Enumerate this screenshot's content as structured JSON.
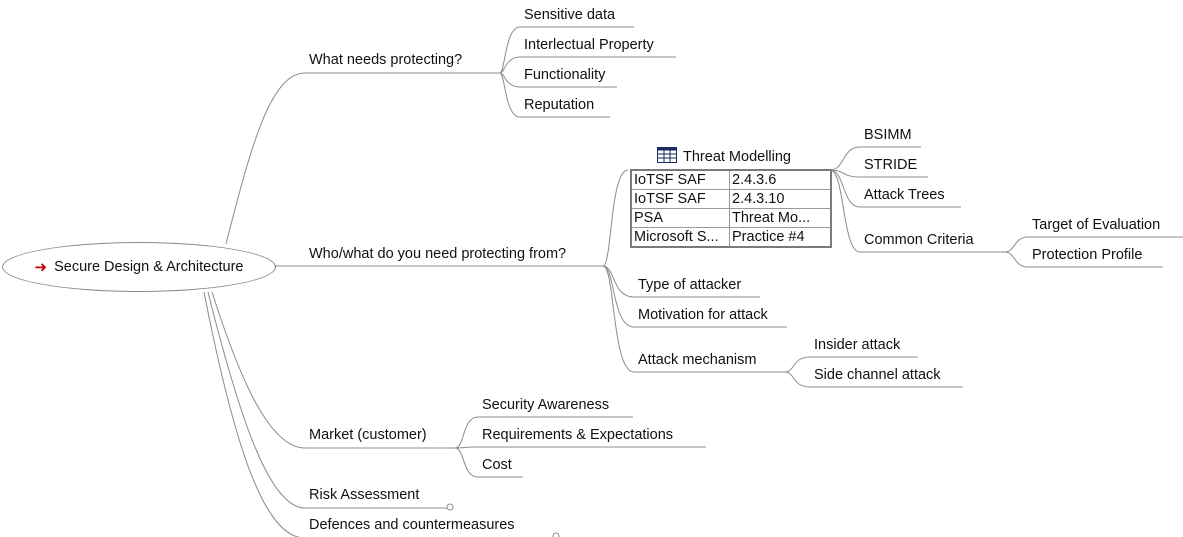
{
  "root": {
    "label": "Secure Design & Architecture",
    "icon": "red-arrow-icon"
  },
  "branches": {
    "what_needs_protecting": {
      "label": "What needs protecting?",
      "children": [
        "Sensitive data",
        "Interlectual Property",
        "Functionality",
        "Reputation"
      ]
    },
    "who_what": {
      "label": "Who/what do you need protecting from?",
      "threat_modelling": {
        "label": "Threat Modelling",
        "icon": "table-icon",
        "table": [
          [
            "IoTSF SAF",
            "2.4.3.6"
          ],
          [
            "IoTSF SAF",
            "2.4.3.10"
          ],
          [
            "PSA",
            "Threat Mo..."
          ],
          [
            "Microsoft S...",
            "Practice #4"
          ]
        ],
        "children": [
          "BSIMM",
          "STRIDE",
          "Attack Trees",
          "Common Criteria"
        ],
        "common_criteria_children": [
          "Target of Evaluation",
          "Protection Profile"
        ]
      },
      "type_of_attacker": "Type of attacker",
      "motivation": "Motivation for attack",
      "attack_mechanism": {
        "label": "Attack mechanism",
        "children": [
          "Insider attack",
          "Side channel attack"
        ]
      }
    },
    "market": {
      "label": "Market (customer)",
      "children": [
        "Security Awareness",
        "Requirements & Expectations",
        "Cost"
      ]
    },
    "risk_assessment": "Risk Assessment",
    "defences": "Defences and countermeasures"
  },
  "colors": {
    "connector": "#8c8c8c",
    "arrow": "#c00000",
    "text": "#111111"
  }
}
